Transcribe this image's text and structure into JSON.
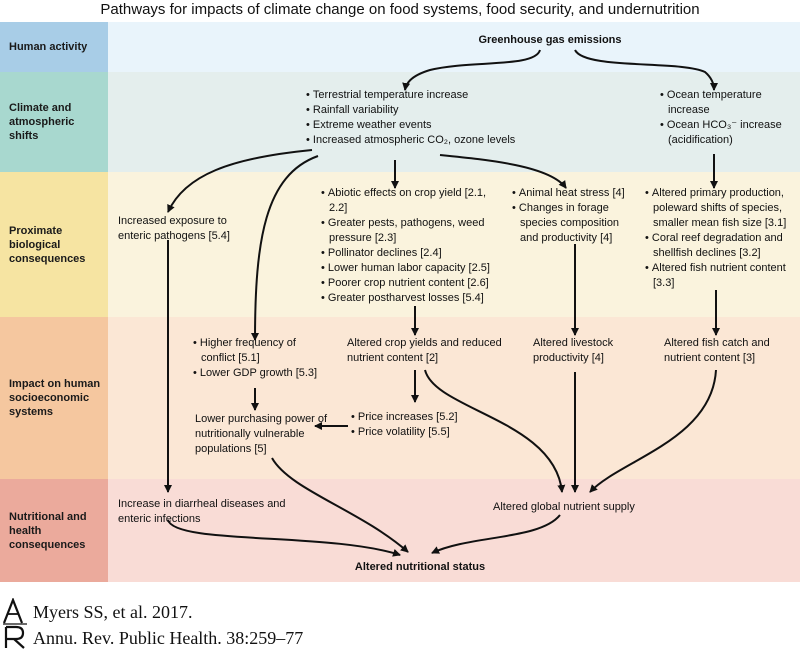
{
  "title": "Pathways for impacts of climate change on food systems, food security, and undernutrition",
  "bands": [
    {
      "label": "Human activity",
      "color": "#a8cde7",
      "bg": "#e9f4fb"
    },
    {
      "label": "Climate and atmospheric shifts",
      "color": "#a8d8cf",
      "bg": "#e4eeed"
    },
    {
      "label": "Proximate biological consequences",
      "color": "#f6e4a2",
      "bg": "#faf3dd"
    },
    {
      "label": "Impact on human socioeconomic systems",
      "color": "#f5c79f",
      "bg": "#fbe7d5"
    },
    {
      "label": "Nutritional and health consequences",
      "color": "#ebaa9c",
      "bg": "#f9dcd6"
    }
  ],
  "nodes": {
    "ghg": "Greenhouse gas emissions",
    "climate_terrestrial": [
      "Terrestrial temperature increase",
      "Rainfall variability",
      "Extreme weather events",
      "Increased atmospheric CO₂, ozone levels"
    ],
    "climate_ocean": [
      "Ocean temperature increase",
      "Ocean HCO₃⁻ increase (acidification)"
    ],
    "enteric_exposure": "Increased exposure to enteric pathogens [5.4]",
    "crop_effects": [
      "Abiotic effects on crop yield [2.1, 2.2]",
      "Greater pests, pathogens, weed pressure [2.3]",
      "Pollinator declines [2.4]",
      "Lower human labor capacity [2.5]",
      "Poorer crop nutrient content [2.6]",
      "Greater postharvest losses [5.4]"
    ],
    "livestock_effects": [
      "Animal heat stress [4]",
      "Changes in forage species composition and productivity [4]"
    ],
    "fish_effects": [
      "Altered primary production, poleward shifts of species, smaller mean fish size [3.1]",
      "Coral reef degradation and shellfish declines [3.2]",
      "Altered fish nutrient content [3.3]"
    ],
    "conflict_gdp": [
      "Higher frequency of conflict [5.1]",
      "Lower GDP growth [5.3]"
    ],
    "purchasing_power": "Lower purchasing power of nutritionally vulnerable populations [5]",
    "crop_yields": "Altered crop yields and reduced nutrient content [2]",
    "prices": [
      "Price increases [5.2]",
      "Price volatility [5.5]"
    ],
    "livestock_productivity": "Altered livestock productivity [4]",
    "fish_catch": "Altered fish catch and nutrient content [3]",
    "diarrheal": "Increase in diarrheal diseases and enteric infections",
    "nutrient_supply": "Altered global nutrient supply",
    "nutritional_status": "Altered nutritional status"
  },
  "credit": {
    "line1": "Myers SS, et al. 2017.",
    "line2": "Annu. Rev. Public Health. 38:259–77"
  }
}
